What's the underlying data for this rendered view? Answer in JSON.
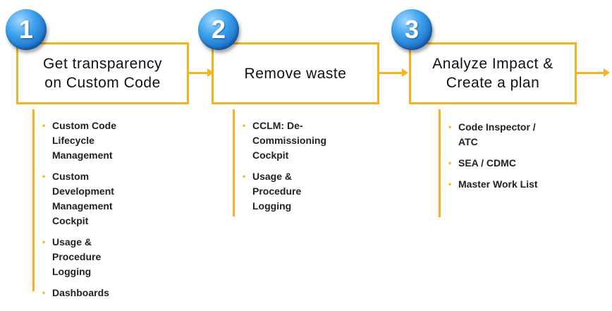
{
  "steps": [
    {
      "number": "1",
      "title": "Get transparency\non Custom Code",
      "items": [
        "Custom Code\nLifecycle\nManagement",
        "Custom\nDevelopment\nManagement\nCockpit",
        "Usage &\nProcedure\nLogging",
        "Dashboards"
      ]
    },
    {
      "number": "2",
      "title": "Remove  waste",
      "items": [
        "CCLM:  De-\nCommissioning\nCockpit",
        "Usage &\nProcedure\nLogging"
      ]
    },
    {
      "number": "3",
      "title": "Analyze Impact  &\nCreate a plan",
      "items": [
        "Code Inspector  /\nATC",
        "SEA  / CDMC",
        "Master Work List"
      ]
    }
  ],
  "bullet_glyph": "•",
  "colors": {
    "accent": "#f5b31f",
    "badge": "#2a86dc"
  }
}
